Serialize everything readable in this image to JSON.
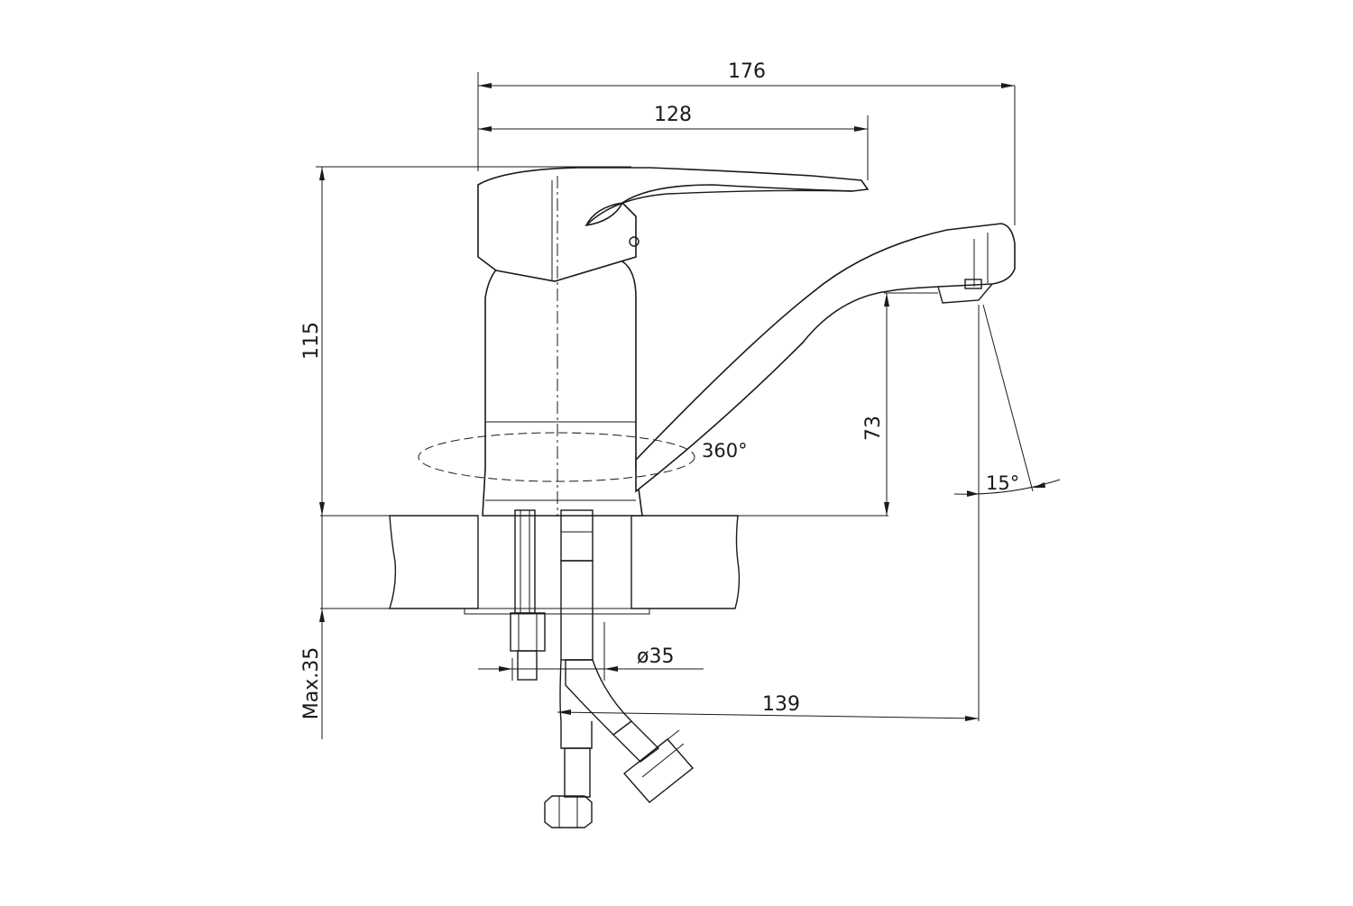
{
  "dimensions": {
    "width_total": "176",
    "width_handle": "128",
    "height_total": "115",
    "spout_height": "73",
    "spout_reach": "139",
    "hole_diameter": "ø35",
    "max_thickness": "Max.35",
    "rotation_angle": "360°",
    "spout_angle": "15°"
  }
}
